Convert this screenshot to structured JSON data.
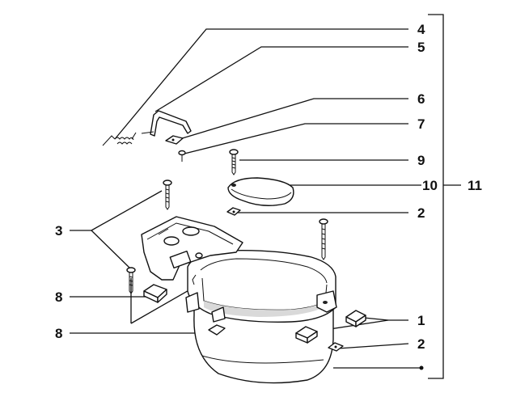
{
  "callouts": [
    {
      "id": "c4",
      "label": "4"
    },
    {
      "id": "c5",
      "label": "5"
    },
    {
      "id": "c6",
      "label": "6"
    },
    {
      "id": "c7",
      "label": "7"
    },
    {
      "id": "c9",
      "label": "9"
    },
    {
      "id": "c10",
      "label": "10"
    },
    {
      "id": "c11",
      "label": "11"
    },
    {
      "id": "c2a",
      "label": "2"
    },
    {
      "id": "c3",
      "label": "3"
    },
    {
      "id": "c8a",
      "label": "8"
    },
    {
      "id": "c8b",
      "label": "8"
    },
    {
      "id": "c1",
      "label": "1"
    },
    {
      "id": "c2b",
      "label": "2"
    }
  ]
}
